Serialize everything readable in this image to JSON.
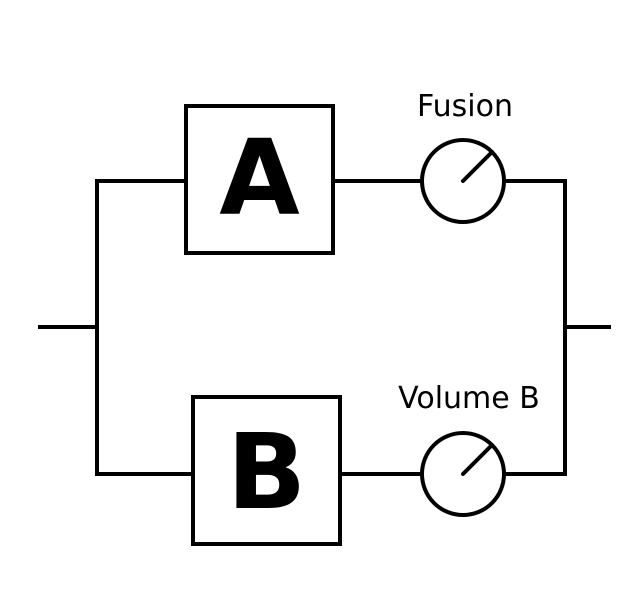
{
  "blocks": {
    "a": {
      "label": "A"
    },
    "b": {
      "label": "B"
    }
  },
  "knobs": {
    "top": {
      "label": "Fusion",
      "icon": "knob-dial-icon"
    },
    "bottom": {
      "label": "Volume B",
      "icon": "knob-dial-icon"
    }
  },
  "colors": {
    "line": "#000000",
    "background": "#ffffff"
  }
}
